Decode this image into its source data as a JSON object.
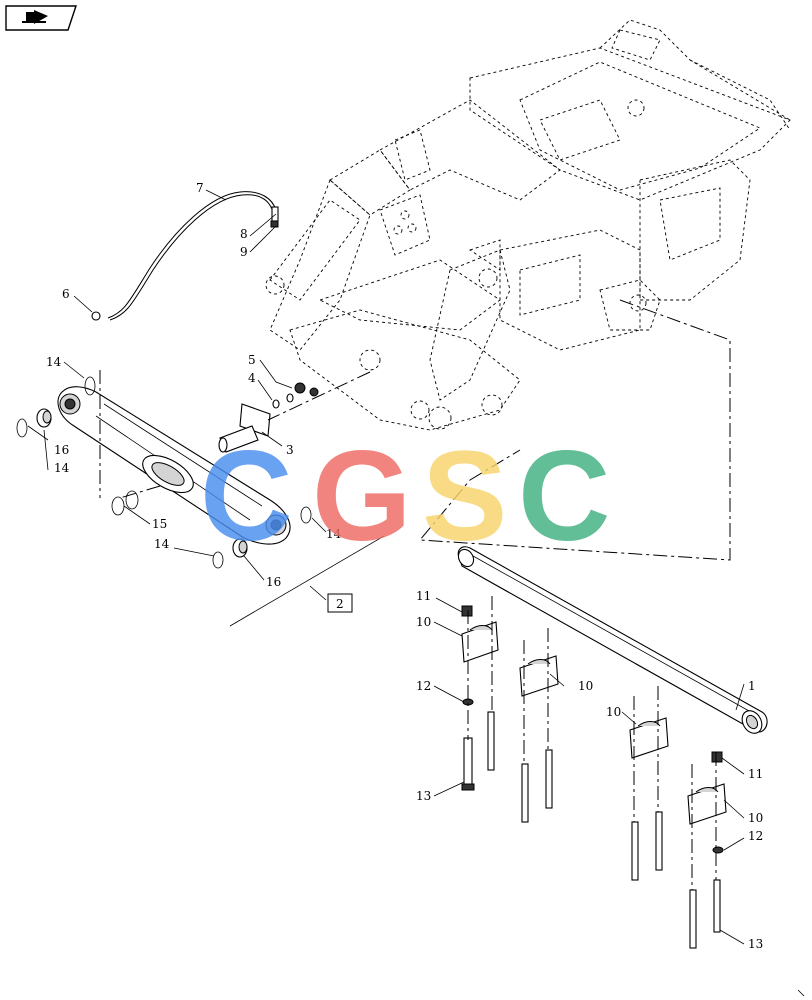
{
  "watermark": {
    "letters": [
      "C",
      "G",
      "S",
      "C"
    ],
    "colors": [
      "#4a8ef0",
      "#f06a63",
      "#f7d46a",
      "#3fb07f"
    ]
  },
  "callouts": {
    "c1": "1",
    "c2": "2",
    "c3": "3",
    "c4": "4",
    "c5": "5",
    "c6": "6",
    "c7": "7",
    "c8": "8",
    "c9": "9",
    "c10a": "10",
    "c10b": "10",
    "c10c": "10",
    "c10d": "10",
    "c11a": "11",
    "c11b": "11",
    "c12a": "12",
    "c12b": "12",
    "c13a": "13",
    "c13b": "13",
    "c14a": "14",
    "c14b": "14",
    "c14c": "14",
    "c14d": "14",
    "c15": "15",
    "c16a": "16",
    "c16b": "16"
  },
  "icons": {
    "nav": "next-page-arrow-icon"
  }
}
